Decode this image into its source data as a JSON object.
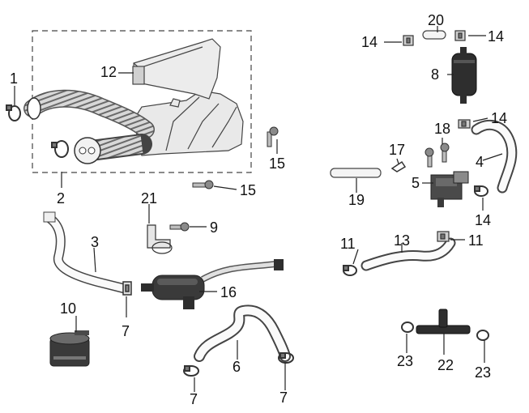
{
  "diagram": {
    "labels": {
      "p1": "1",
      "p2": "2",
      "p3": "3",
      "p4": "4",
      "p5": "5",
      "p6": "6",
      "p7a": "7",
      "p7b": "7",
      "p7c": "7",
      "p8": "8",
      "p9": "9",
      "p10": "10",
      "p11a": "11",
      "p11b": "11",
      "p12": "12",
      "p13": "13",
      "p14a": "14",
      "p14b": "14",
      "p14c": "14",
      "p14d": "14",
      "p15a": "15",
      "p15b": "15",
      "p16": "16",
      "p17": "17",
      "p18": "18",
      "p19": "19",
      "p20": "20",
      "p21": "21",
      "p22": "22",
      "p23a": "23",
      "p23b": "23"
    }
  }
}
